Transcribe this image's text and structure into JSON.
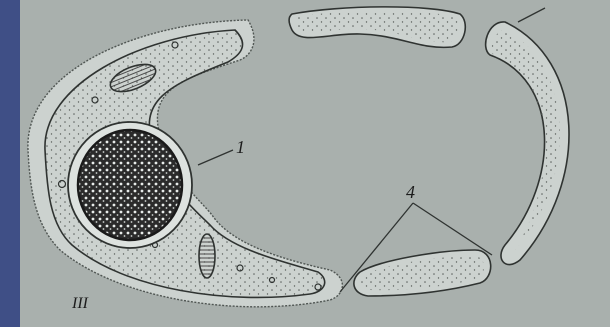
{
  "figure": {
    "labels": {
      "label_1": "1",
      "label_4": "4",
      "label_roman": "III"
    }
  }
}
